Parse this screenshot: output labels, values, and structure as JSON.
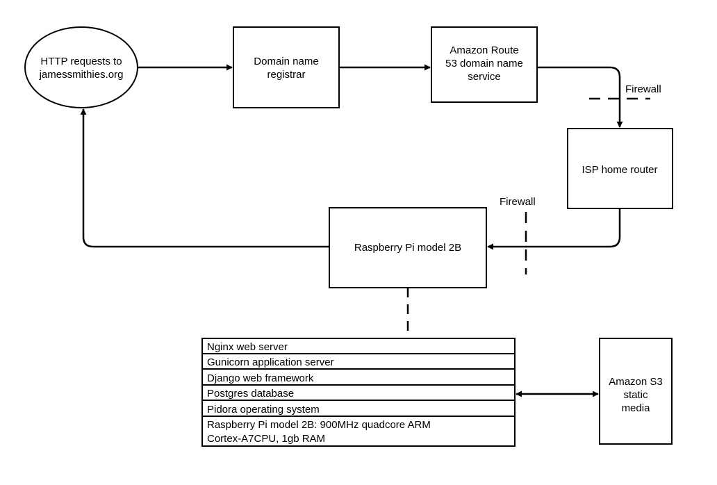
{
  "nodes": {
    "http": {
      "lines": [
        "HTTP requests to",
        "jamessmithies.org"
      ]
    },
    "registrar": {
      "lines": [
        "Domain name",
        "registrar"
      ]
    },
    "route53": {
      "lines": [
        "Amazon Route",
        "53 domain name",
        "service"
      ]
    },
    "router": {
      "lines": [
        "ISP home router"
      ]
    },
    "rpi": {
      "lines": [
        "Raspberry Pi model 2B"
      ]
    },
    "s3": {
      "lines": [
        "Amazon S3",
        "static",
        "media"
      ]
    }
  },
  "firewalls": {
    "top": "Firewall",
    "middle": "Firewall"
  },
  "stack": {
    "layers": [
      "Nginx web server",
      "Gunicorn application server",
      "Django web framework",
      "Postgres database",
      "Pidora operating system"
    ],
    "hardware": [
      "Raspberry Pi model 2B: 900MHz quadcore ARM",
      "Cortex-A7CPU, 1gb RAM"
    ]
  }
}
